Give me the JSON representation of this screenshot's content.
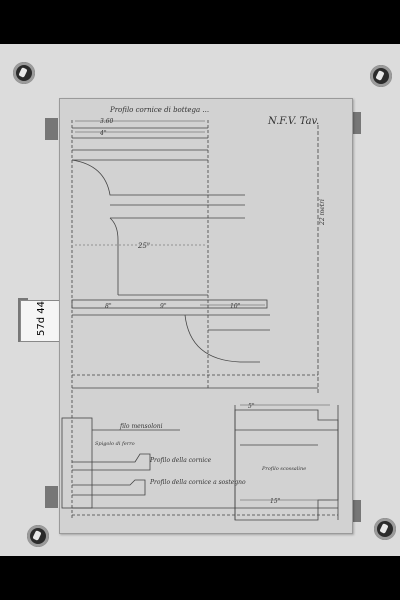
{
  "title_note": "Profilo cornice di bottega ...",
  "plate_id": "N.F.V. Tav.",
  "inventory_label": "57d\n44",
  "dimensions": [
    "3.60",
    "4\"",
    "25\"",
    "8\"",
    "9\"",
    "10\"",
    "5\"",
    "15\"",
    "22 metri"
  ],
  "annotations": [
    "filo mensoloni",
    "Profilo della cornice",
    "Profilo della cornice a sostegno",
    "Spigolo di ferro",
    "Profilo scossaline"
  ],
  "colors": {
    "background": "#000000",
    "board": "#dcdcdc",
    "paper": "#d2d2d2",
    "ink": "#444444"
  }
}
